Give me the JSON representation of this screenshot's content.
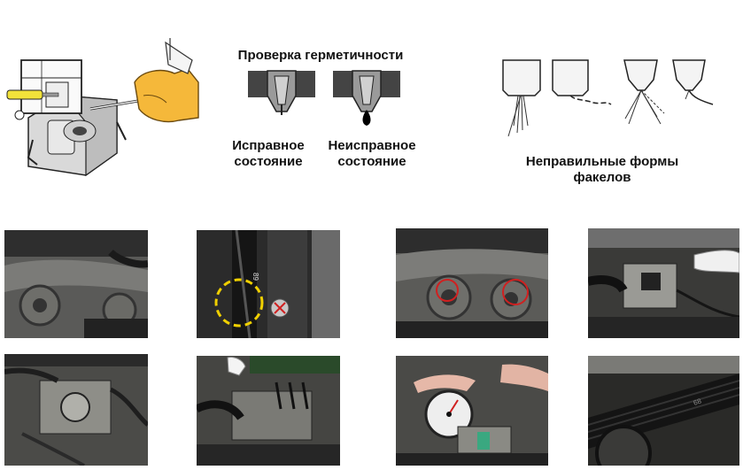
{
  "top": {
    "leak_test_title": "Проверка герметичности",
    "good_label_1": "Исправное",
    "good_label_2": "состояние",
    "bad_label_1": "Неисправное",
    "bad_label_2": "состояние",
    "spray_label_1": "Неправильные формы",
    "spray_label_2": "факелов"
  },
  "colors": {
    "glove": "#f5b83a",
    "yellow_tool": "#f2e23a",
    "highlight_circle": "#f0d000",
    "red_mark": "#d02020"
  }
}
